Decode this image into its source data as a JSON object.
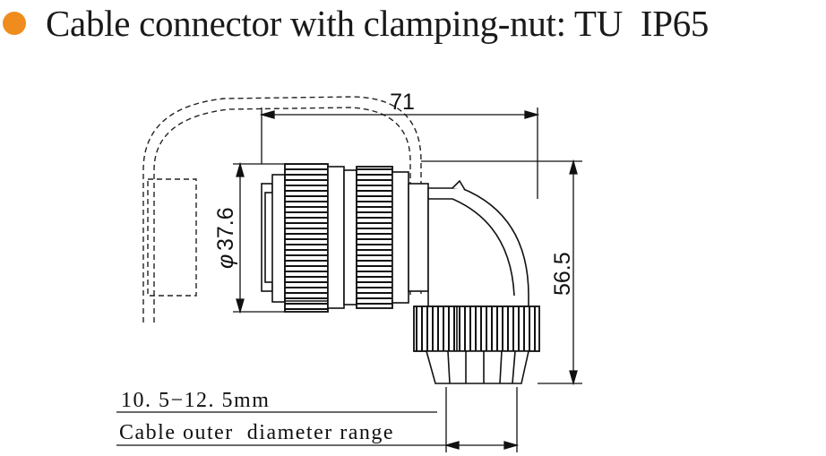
{
  "header": {
    "bullet_color": "#f08c1e",
    "title": "Cable connector with clamping-nut: TU  IP65"
  },
  "dimensions": {
    "length": "71",
    "diameter_symbol": "φ",
    "diameter": "37.6",
    "height": "56.5"
  },
  "notes": {
    "cable_range": "10. 5−12. 5mm",
    "cable_range_label": "Cable outer  diameter range"
  }
}
